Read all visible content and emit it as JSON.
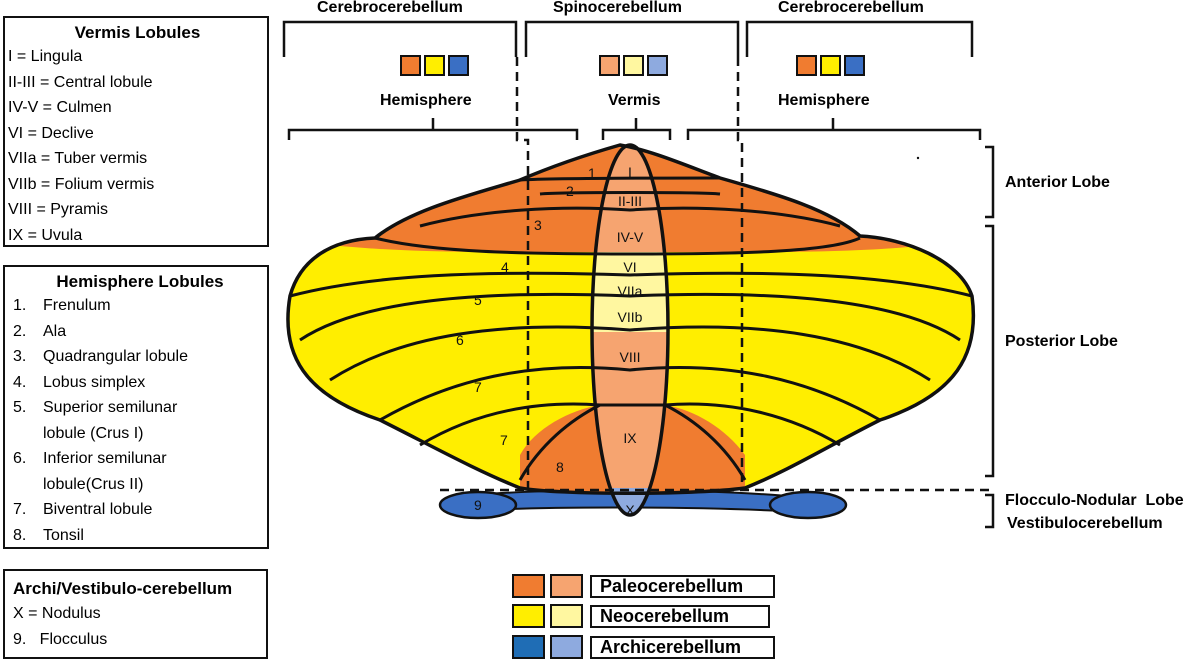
{
  "vermis_lobules": {
    "title": "Vermis Lobules",
    "items": [
      "I = Lingula",
      "II-III = Central lobule",
      "IV-V = Culmen",
      "VI = Declive",
      "VIIa = Tuber vermis",
      "VIIb = Folium vermis",
      "VIII = Pyramis",
      "IX = Uvula"
    ]
  },
  "hemisphere_lobules": {
    "title": "Hemisphere Lobules",
    "items": [
      {
        "num": "1.",
        "lines": [
          "Frenulum"
        ]
      },
      {
        "num": "2.",
        "lines": [
          "Ala"
        ]
      },
      {
        "num": "3.",
        "lines": [
          "Quadrangular lobule"
        ]
      },
      {
        "num": "4.",
        "lines": [
          "Lobus simplex"
        ]
      },
      {
        "num": "5.",
        "lines": [
          "Superior semilunar",
          "lobule (Crus I)"
        ]
      },
      {
        "num": "6.",
        "lines": [
          "Inferior semilunar",
          "lobule(Crus II)"
        ]
      },
      {
        "num": "7.",
        "lines": [
          "Biventral lobule"
        ]
      },
      {
        "num": "8.",
        "lines": [
          "Tonsil"
        ]
      }
    ]
  },
  "archi": {
    "title": "Archi/Vestibulo-cerebellum",
    "items": [
      "X = Nodulus",
      "9.   Flocculus"
    ]
  },
  "top_regions": {
    "left": "Cerebrocerebellum",
    "center": "Spinocerebellum",
    "right": "Cerebrocerebellum"
  },
  "sub_regions": {
    "left": "Hemisphere",
    "center": "Vermis",
    "right": "Hemisphere"
  },
  "side_labels": {
    "anterior": "Anterior Lobe",
    "posterior": "Posterior Lobe",
    "flocculo": "Flocculo-Nodular  Lobe",
    "vestibulo": "Vestibulocerebellum"
  },
  "legend": [
    {
      "label": "Paleocerebellum",
      "dark": "#f07c30",
      "light": "#f6a470"
    },
    {
      "label": "Neocerebellum",
      "dark": "#ffee00",
      "light": "#fff7a0"
    },
    {
      "label": "Archicerebellum",
      "dark": "#1f6db5",
      "light": "#8eaadf"
    }
  ],
  "region_labels": {
    "vermis": [
      "I",
      "II-III",
      "IV-V",
      "VI",
      "VIIa",
      "VIIb",
      "VIII",
      "IX",
      "X"
    ],
    "hemisphere": [
      "1",
      "2",
      "3",
      "4",
      "5",
      "6",
      "7",
      "7",
      "8",
      "9"
    ]
  },
  "colors": {
    "paleo_dark": "#f07c30",
    "paleo_light": "#f6a470",
    "neo_dark": "#ffee00",
    "neo_light": "#fff7a0",
    "archi_dark": "#3a6fc4",
    "archi_light": "#8eaadf",
    "outline": "#111111"
  }
}
